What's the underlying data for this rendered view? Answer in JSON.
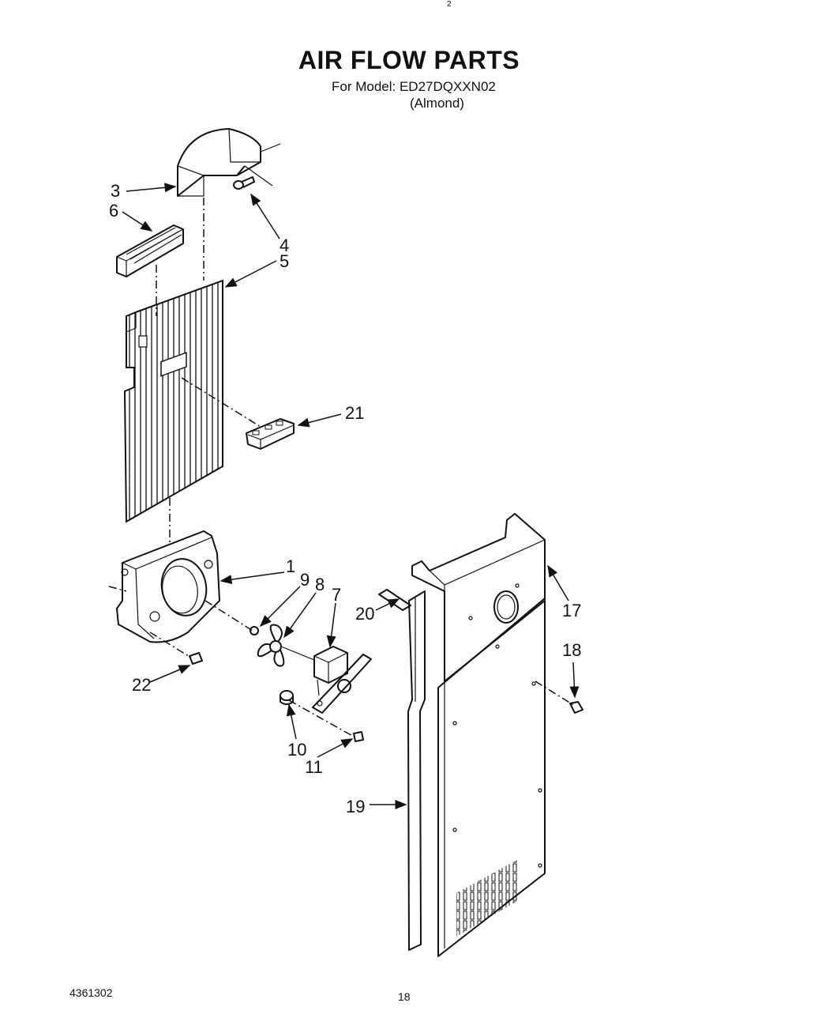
{
  "header": {
    "top_mark": "2",
    "title": "AIR FLOW PARTS",
    "model_line": "For Model: ED27DQXXN02",
    "color_line": "(Almond)"
  },
  "footer": {
    "doc_number": "4361302",
    "page_number": "18"
  },
  "callouts": {
    "c1": "1",
    "c3": "3",
    "c4": "4",
    "c5": "5",
    "c6": "6",
    "c7": "7",
    "c8": "8",
    "c9": "9",
    "c10": "10",
    "c11": "11",
    "c17": "17",
    "c18": "18",
    "c19": "19",
    "c20": "20",
    "c21": "21",
    "c22": "22"
  }
}
